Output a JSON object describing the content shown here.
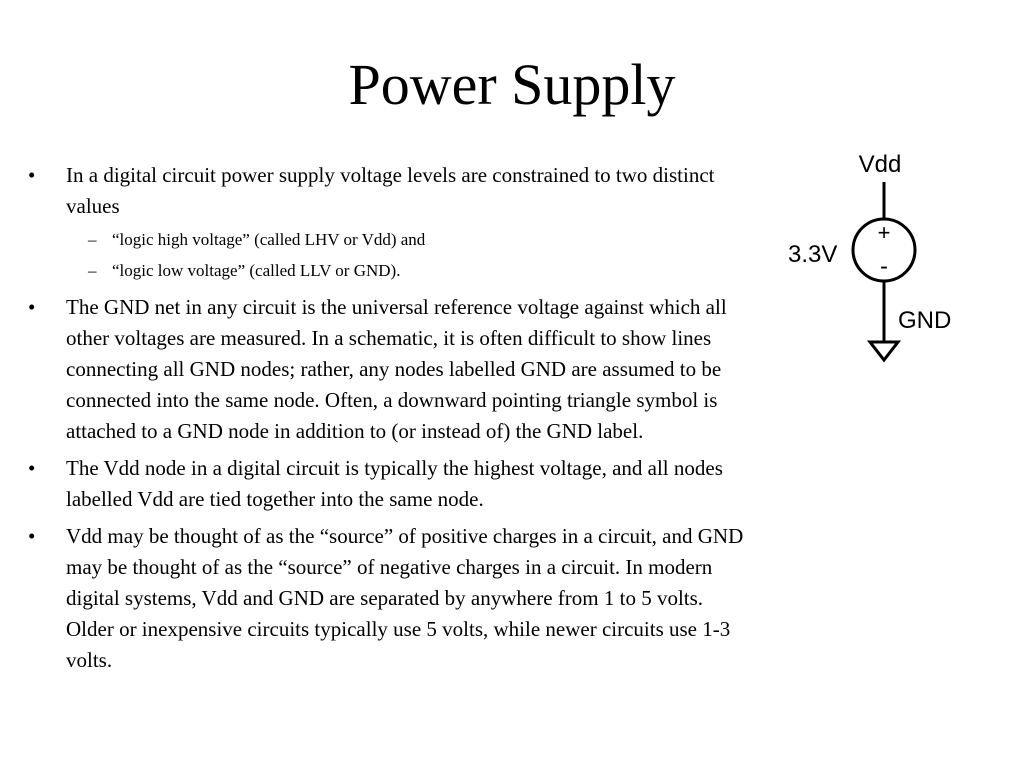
{
  "slide": {
    "title": "Power Supply"
  },
  "bullets": [
    {
      "marker": "•",
      "text": "In a digital circuit power supply voltage levels are constrained to two distinct values",
      "sub": [
        {
          "marker": "–",
          "text": "“logic high voltage” (called LHV or Vdd) and"
        },
        {
          "marker": "–",
          "text": "“logic low voltage” (called LLV or GND)."
        }
      ]
    },
    {
      "marker": "•",
      "text": "The GND net in any circuit is the universal reference voltage against which all other voltages are measured. In a schematic, it is often difficult to show lines connecting all GND nodes; rather, any nodes labelled GND are assumed to be connected into the same node. Often, a downward pointing triangle symbol is attached to a GND node in addition to (or instead of) the GND label."
    },
    {
      "marker": "•",
      "text": "The Vdd node in a digital circuit is typically the highest voltage, and all nodes labelled Vdd are tied together into the same node."
    },
    {
      "marker": "•",
      "text": "Vdd may be thought of as the “source” of positive charges in a circuit, and GND may be thought of as the “source” of negative charges in a circuit. In modern digital systems, Vdd and GND are separated by anywhere from 1 to 5 volts. Older or inexpensive circuits typically use 5 volts, while newer circuits use 1-3 volts."
    }
  ],
  "diagram": {
    "top_label": "Vdd",
    "voltage_label": "3.3V",
    "plus": "+",
    "minus": "-",
    "bottom_label": "GND"
  }
}
